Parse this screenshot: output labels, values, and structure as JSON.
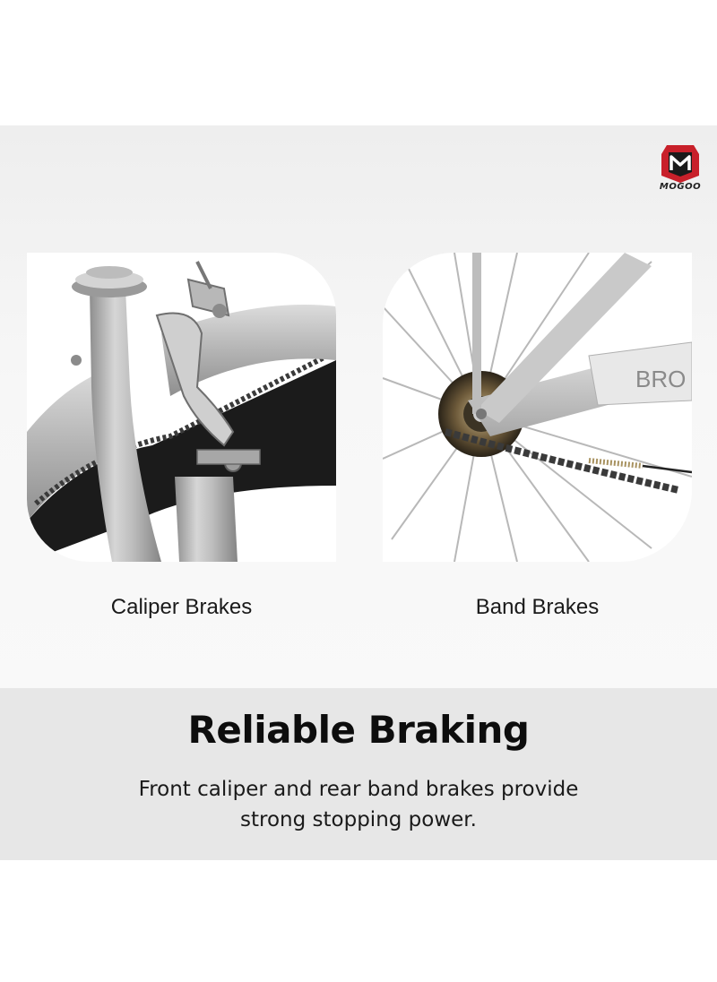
{
  "brand": {
    "logo_text": "MOGOO",
    "accent_color": "#c8202a"
  },
  "features": [
    {
      "label": "Caliper Brakes",
      "image": "caliper-brake-photo"
    },
    {
      "label": "Band Brakes",
      "image": "band-brake-photo"
    }
  ],
  "bike_frame_text": "BRO",
  "section": {
    "title": "Reliable Braking",
    "description": "Front caliper and rear band brakes provide strong stopping power."
  },
  "colors": {
    "frame_silver": "#b9b9b9",
    "tire_black": "#1b1b1b",
    "band_background": "#e7e7e7"
  }
}
